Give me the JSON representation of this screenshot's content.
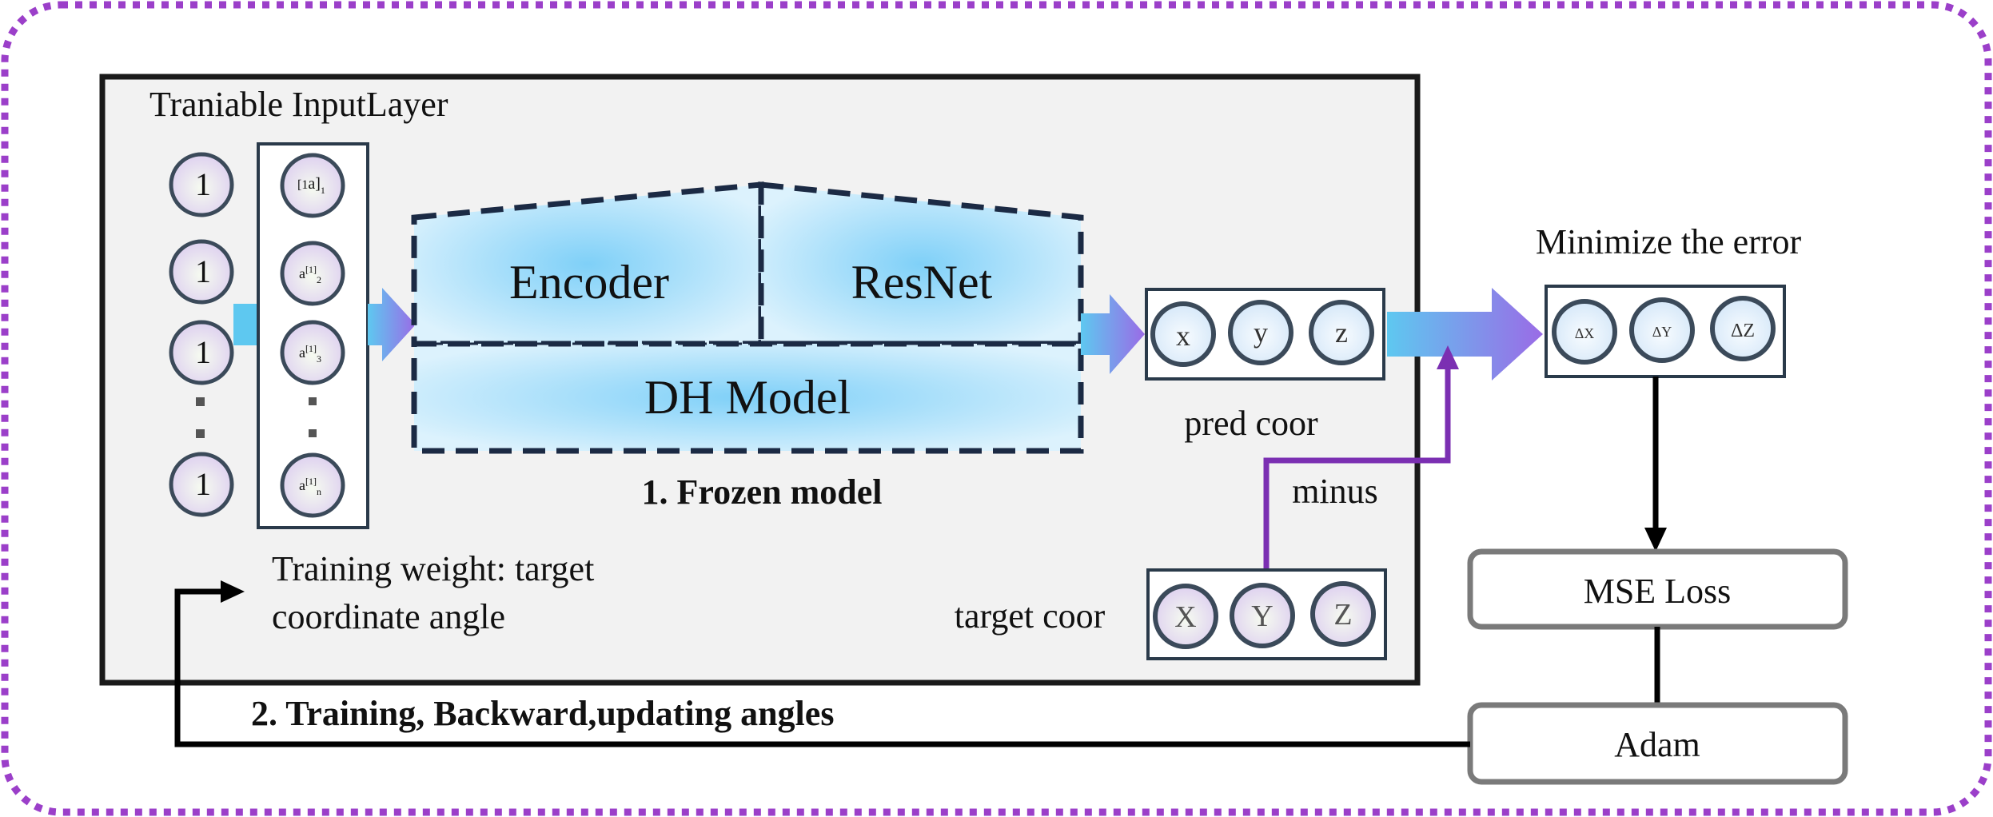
{
  "title": "Traniable InputLayer",
  "input_ones": [
    "1",
    "1",
    "1",
    "1"
  ],
  "dots": "·",
  "activations": [
    {
      "base": "[1",
      "mid": "a]",
      "sub": "1"
    },
    {
      "base": "a",
      "mid": "[1]",
      "sub": "2"
    },
    {
      "base": "a",
      "mid": "[1]",
      "sub": "3"
    },
    {
      "base": "a",
      "mid": "[1]",
      "sub": "n"
    }
  ],
  "frozen": {
    "encoder": "Encoder",
    "resnet": "ResNet",
    "dh_model": "DH Model",
    "caption": "1. Frozen model"
  },
  "pred": {
    "values": [
      "x",
      "y",
      "z"
    ],
    "label": "pred coor"
  },
  "target": {
    "values": [
      "X",
      "Y",
      "Z"
    ],
    "label": "target coor"
  },
  "minus_label": "minus",
  "error": {
    "title": "Minimize the error",
    "values": [
      "ΔX",
      "ΔY",
      "ΔZ"
    ]
  },
  "mse_loss": "MSE Loss",
  "adam": "Adam",
  "training_weight_line1": "Training weight: target",
  "training_weight_line2": "coordinate angle",
  "training_caption": "2. Training, Backward,updating angles"
}
